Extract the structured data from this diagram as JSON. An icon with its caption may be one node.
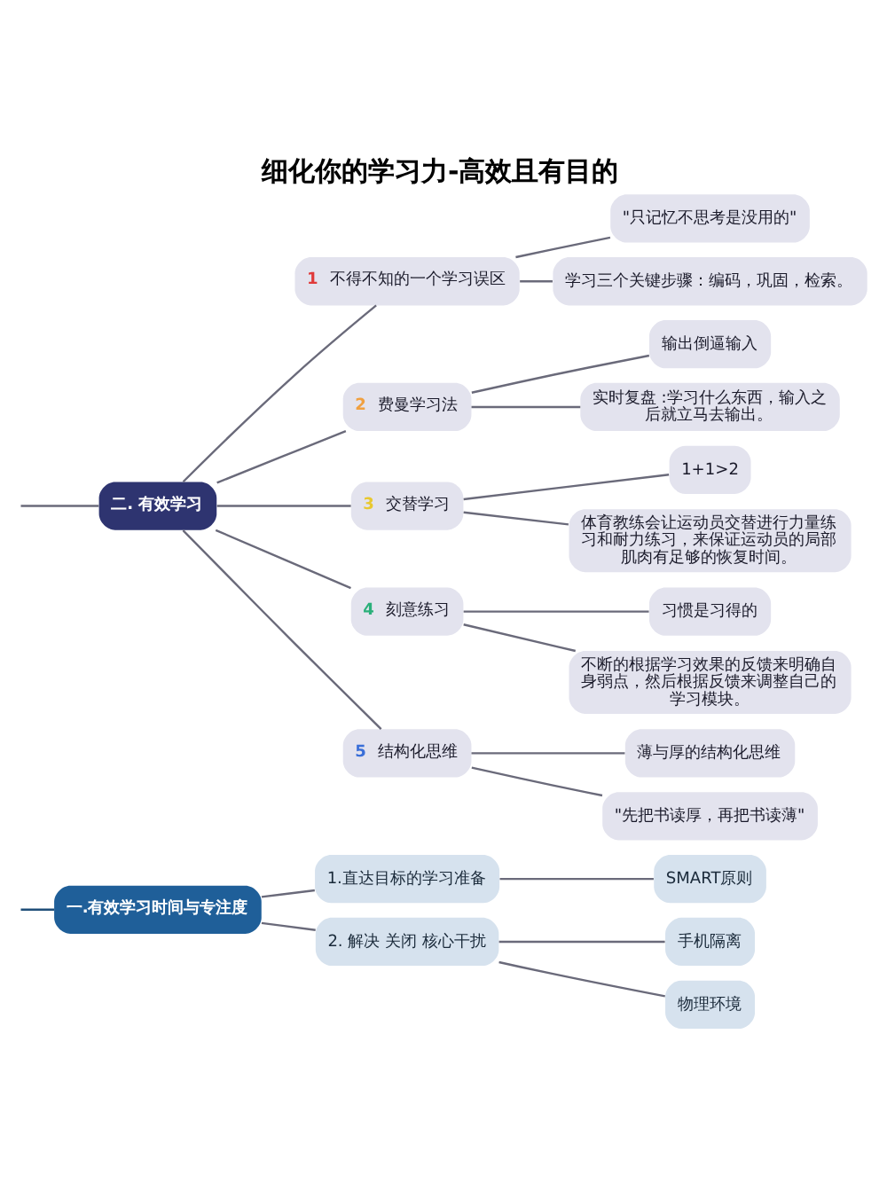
{
  "diagram": {
    "title": "细化你的学习力-高效且有目的",
    "nodes": [
      {
        "text": [
          "一.有效学习时间与专注度"
        ]
      },
      {
        "text": [
          "1.直达目标的学习准备"
        ]
      },
      {
        "text": [
          "SMART原则"
        ]
      },
      {
        "text": [
          "2. 解决 关闭 核心干扰"
        ]
      },
      {
        "text": [
          "手机隔离"
        ]
      },
      {
        "text": [
          "物理环境"
        ]
      },
      {
        "text": [
          "二. 有效学习"
        ]
      },
      {
        "text": [
          "1",
          "不得不知的一个学习误区"
        ]
      },
      {
        "text": [
          "\"只记忆不思考是没用的\""
        ]
      },
      {
        "text": [
          "学习三个关键步骤：编码，巩固，检索。"
        ]
      },
      {
        "text": [
          "2",
          "费曼学习法"
        ]
      },
      {
        "text": [
          "输出倒逼输入"
        ]
      },
      {
        "text": [
          "实时复盘 :学习什么东西，输入之后就立马去输出。"
        ]
      },
      {
        "text": [
          "3",
          "交替学习"
        ]
      },
      {
        "text": [
          "1+1>2"
        ]
      },
      {
        "text": [
          "体育教练会让运动员交替进行力量练习和耐力练习，来保证运动员的局部肌肉有足够的恢复时间。"
        ]
      },
      {
        "text": [
          "4",
          "刻意练习"
        ]
      },
      {
        "text": [
          "习惯是习得的"
        ]
      },
      {
        "text": [
          "不断的根据学习效果的反馈来明确自身弱点，然后根据反馈来调整自己的学习模块。"
        ]
      },
      {
        "text": [
          "5",
          "结构化思维"
        ]
      },
      {
        "text": [
          "薄与厚的结构化思维"
        ]
      },
      {
        "text": [
          "\"先把书读厚，再把书读薄\""
        ]
      }
    ],
    "edges": [
      {
        "from": null,
        "to": 0,
        "arrow": "none",
        "color": "#1f4e79"
      },
      {
        "from": 0,
        "to": 1,
        "arrow": "none"
      },
      {
        "from": 1,
        "to": 2,
        "arrow": "none"
      },
      {
        "from": 0,
        "to": 3,
        "arrow": "none"
      },
      {
        "from": 3,
        "to": 4,
        "arrow": "none"
      },
      {
        "from": 3,
        "to": 5,
        "arrow": "none"
      },
      {
        "from": null,
        "to": 6,
        "arrow": "none"
      },
      {
        "from": 6,
        "to": 7,
        "arrow": "none"
      },
      {
        "from": 7,
        "to": 8,
        "arrow": "none"
      },
      {
        "from": 7,
        "to": 9,
        "arrow": "none"
      },
      {
        "from": 6,
        "to": 10,
        "arrow": "none"
      },
      {
        "from": 10,
        "to": 11,
        "arrow": "none"
      },
      {
        "from": 10,
        "to": 12,
        "arrow": "none"
      },
      {
        "from": 6,
        "to": 13,
        "arrow": "none"
      },
      {
        "from": 13,
        "to": 14,
        "arrow": "none"
      },
      {
        "from": 13,
        "to": 15,
        "arrow": "none"
      },
      {
        "from": 6,
        "to": 16,
        "arrow": "none"
      },
      {
        "from": 16,
        "to": 17,
        "arrow": "none"
      },
      {
        "from": 16,
        "to": 18,
        "arrow": "none"
      },
      {
        "from": 6,
        "to": 19,
        "arrow": "none"
      },
      {
        "from": 19,
        "to": 20,
        "arrow": "none"
      },
      {
        "from": 19,
        "to": 21,
        "arrow": "none"
      }
    ]
  }
}
